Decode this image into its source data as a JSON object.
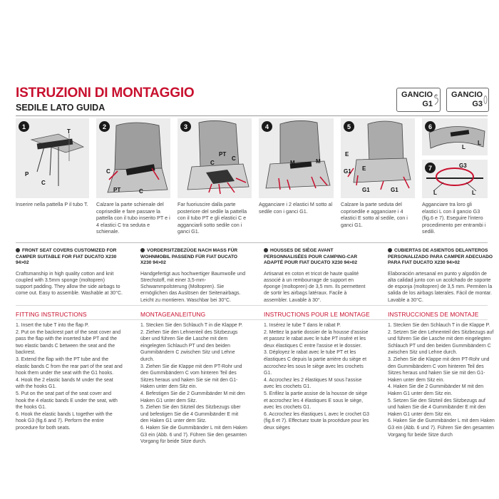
{
  "header": {
    "title": "ISTRUZIONI DI MONTAGGIO",
    "subtitle": "SEDILE LATO GUIDA",
    "gancio_g1": "GANCIO\nG1",
    "gancio_g3": "GANCIO\nG3"
  },
  "steps": [
    {
      "num": "1",
      "labels": [
        "T",
        "P",
        "C"
      ],
      "caption": "Inserire nella pattella P il tubo T."
    },
    {
      "num": "2",
      "labels": [
        "C",
        "PT",
        "C"
      ],
      "caption": "Calzare la parte schienale del coprisedile e fare passare la pattella con il tubo inserito PT e i 4 elastici C tra seduta e schienale."
    },
    {
      "num": "3",
      "labels": [
        "PT",
        "C",
        "C"
      ],
      "caption": "Far fuoriuscire dalla parte posteriore del sedile la pattella con il tubo PT e gli elastici C e agganciarli sotto sedile con i ganci G1."
    },
    {
      "num": "4",
      "labels": [
        "M",
        "M"
      ],
      "caption": "Agganciare i 2 elastici M sotto al sedile con i ganci G1."
    },
    {
      "num": "5",
      "labels": [
        "E",
        "E",
        "G1",
        "G1",
        "G1"
      ],
      "caption": "Calzare la parte seduta del coprisedile e agganciare i 4 elastici E sotto al sedile, con i ganci G1."
    },
    {
      "num": "6",
      "labels": [
        "L",
        "L"
      ],
      "caption": ""
    },
    {
      "num": "7",
      "labels": [
        "G3",
        "L",
        "L"
      ],
      "caption": "Agganciare tra loro gli elastici L con il gancio G3 (fig.6 e 7). Eseguire l'intero procedimento per entrambi i sedili."
    }
  ],
  "columns": [
    {
      "heading": "FRONT SEAT COVERS CUSTOMIZED FOR CAMPER SUITABLE FOR FIAT DUCATO X230 94>02",
      "body": "Craftsmanship in high quality cotton and knit coupled with 3.5mm sponge (moltopren) support padding. They allow the side airbags to come out. Easy to assemble. Washable at 30°C.",
      "instructions_title": "FITTING INSTRUCTIONS",
      "instructions": "1. Insert the tube T into the flap P.\n2. Put on the backrest part of the seat cover and pass the flap with the inserted tube PT and the two elastic bands C between the seat and the backrest.\n3. Extend the flap with the PT tube and the elastic bands C from the rear part of the seat and hook them under the seat with the G1 hooks.\n4. Hook the 2 elastic bands M under the seat with the hooks G1.\n5. Put on the seat part of the seat cover and hook the 4 elastic bands E under the seat, with the hooks G1.\n6. Hook the elastic bands L together with the hook G3 (fig.6 and 7). Perform the entire procedure for both seats."
    },
    {
      "heading": "VORDERSITZBEZÜGE NACH MASS FÜR WOHNMOBIL PASSEND FÜR FIAT DUCATO X230 94>02",
      "body": "Handgefertigt aus hochwertiger Baumwolle und Strechstoff, mit einer 3,5-mm-Schwammpolsterung (Moltopren). Sie ermöglichen das Auslösen der Seitenairbags. Leicht zu montieren. Waschbar bei 30°C.",
      "instructions_title": "MONTAGEANLEITUNG",
      "instructions": "1. Stecken Sie den Schlauch T in die Klappe P.\n2. Ziehen Sie den Lehnenteil des Sitzbezugs über und führen Sie die Lasche mit dem eingelegten Schlauch PT und den beiden Gummibändern C zwischen Sitz und Lehne durch.\n3. Ziehen Sie die Klappe mit dem PT-Rohr und den Gummibändern C vom hinteren Teil des Sitzes heraus und haken Sie sie mit den G1-Haken unter dem Sitz ein.\n4. Befestigen Sie die 2 Gummibänder M mit den Haken G1 unter dem Sitz.\n5. Ziehen Sie den Sitzteil des Sitzbezugs über und befestigen Sie die 4 Gummibänder E mit den Haken G1 unter dem Sitz.\n6. Haken Sie die Gummibänder L mit dem Haken G3 ein (Abb. 6 und 7). Führen Sie den gesamten Vorgang für beide Sitze durch."
    },
    {
      "heading": "HOUSSES DE SIÈGE AVANT PERSONNALISÉES POUR CAMPING-CAR ADAPTÉ POUR FIAT DUCATO X230 94>02",
      "body": "Artisanat en coton et tricot de haute qualité associé à un rembourrage de support en éponge (moltopren) de 3,5 mm. Ils permettent de sortir les airbags latéraux. Facile à assembler. Lavable à 30°.",
      "instructions_title": "INSTRUCTIONS POUR LE MONTAGE",
      "instructions": "1. Insérez le tube T dans le rabat P.\n2. Mettez la partie dossier de la housse d'assise et passez le rabat avec le tube PT inséré et les deux élastiques C entre l'assise et le dossier.\n3. Déployez le rabat avec le tube PT et les élastiques C depuis la partie arrière du siège et accrochez-les sous le siège avec les crochets G1.\n4. Accrochez les 2 élastiques M sous l'assise avec les crochets G1.\n5. Enfilez la partie assise de la housse de siège et accrochez les 4 élastiques E sous le siège, avec les crochets G1.\n6. Accrochez les élastiques L avec le crochet G3 (fig.6 et 7). Effectuez toute la procédure pour les deux sièges"
    },
    {
      "heading": "CUBIERTAS DE ASIENTOS DELANTEROS PERSONALIZADO PARA CAMPER ADECUADO PARA FIAT DUCATO X230 94>02",
      "body": "Elaboración artesanal en punto y algodón de alta calidad junto con un acolchado de soporte de esponja (moltopren) de 3,5 mm. Permiten la salida de los airbags laterales. Fácil de montar. Lavable a 30°C.",
      "instructions_title": "INSTRUCCIONES DE MONTAJE",
      "instructions": "1. Stecken Sie den Schlauch T in die Klappe P.\n2. Setzen Sie den Lehnenteil des Sitzbezugs auf und führen Sie die Lasche mit dem eingelegten Schlauch PT und den beiden Gummibändern C zwischen Sitz und Lehne durch.\n3. Ziehen Sie die Klappe mit dem PT-Rohr und den Gummibändern C vom hinteren Teil des Sitzes heraus und haken Sie sie mit den G1-Haken unter dem Sitz ein.\n4. Haken Sie die 2 Gummibänder M mit den Haken G1 unter dem Sitz ein.\n5. Setzen Sie den Sitzteil des Sitzbezugs auf und haken Sie die 4 Gummibänder E mit den Haken G1 unter dem Sitz ein.\n6. Haken Sie die Gummibänder L mit dem Haken G3 ein (Abb. 6 und 7). Führen Sie den gesamten Vorgang für beide Sitze durch"
    }
  ]
}
